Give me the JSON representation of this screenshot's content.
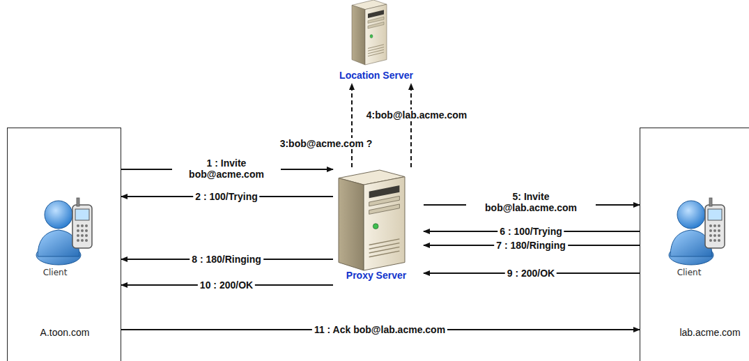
{
  "diagram": {
    "nodes": [
      {
        "text": [
          "Client",
          "A.toon.com"
        ]
      },
      {
        "text": [
          "Location Server"
        ]
      },
      {
        "text": [
          "Proxy Server"
        ]
      },
      {
        "text": [
          "Client",
          "lab.acme.com"
        ]
      }
    ],
    "edges": [
      {
        "from": 0,
        "to": 2,
        "arrow": "to",
        "label": "1 : Invite bob@acme.com"
      },
      {
        "from": 2,
        "to": 0,
        "arrow": "to",
        "label": "2 : 100/Trying"
      },
      {
        "from": 2,
        "to": 1,
        "arrow": "to",
        "label": "3:bob@acme.com ?"
      },
      {
        "from": 2,
        "to": 1,
        "arrow": "to",
        "label": "4:bob@lab.acme.com"
      },
      {
        "from": 2,
        "to": 3,
        "arrow": "to",
        "label": "5: Invite bob@lab.acme.com"
      },
      {
        "from": 3,
        "to": 2,
        "arrow": "to",
        "label": "6 : 100/Trying"
      },
      {
        "from": 3,
        "to": 2,
        "arrow": "to",
        "label": "7 : 180/Ringing"
      },
      {
        "from": 2,
        "to": 0,
        "arrow": "to",
        "label": "8 : 180/Ringing"
      },
      {
        "from": 3,
        "to": 2,
        "arrow": "to",
        "label": "9 : 200/OK"
      },
      {
        "from": 2,
        "to": 0,
        "arrow": "to",
        "label": "10 : 200/OK"
      },
      {
        "from": 0,
        "to": 3,
        "arrow": "to",
        "label": "11 : Ack bob@lab.acme.com"
      }
    ]
  }
}
